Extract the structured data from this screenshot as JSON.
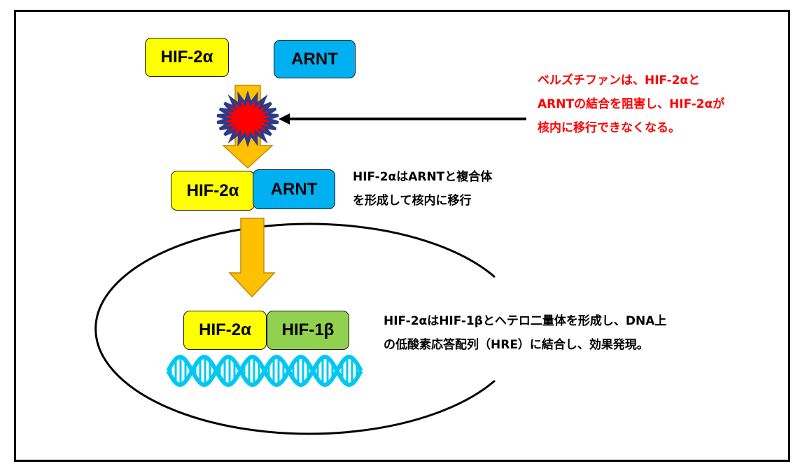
{
  "diagram": {
    "proteins": {
      "hif2a": "HIF-2α",
      "arnt": "ARNT",
      "hif1b": "HIF-1β"
    },
    "notes": {
      "inhibition": [
        "ベルズチファンは、HIF-2αと",
        "ARNTの結合を阻害し、HIF-2αが",
        "核内に移行できなくなる。"
      ],
      "complex": [
        "HIF-2αはARNTと複合体",
        "を形成して核内に移行"
      ],
      "nucleus": [
        "HIF-2αはHIF-1βとヘテロ二量体を形成し、DNA上",
        "の低酸素応答配列（HRE）に結合し、効果発現。"
      ]
    },
    "colors": {
      "hif2a": "#ffff00",
      "arnt": "#00b0f0",
      "hif1b": "#92d050",
      "arrow_fill": "#ffc000",
      "arrow_stroke": "#c08800",
      "burst_fill": "#ff0000",
      "burst_stroke": "#2e3a8c",
      "dna": "#00c8f0",
      "inhibition_text": "#ff0000"
    }
  }
}
